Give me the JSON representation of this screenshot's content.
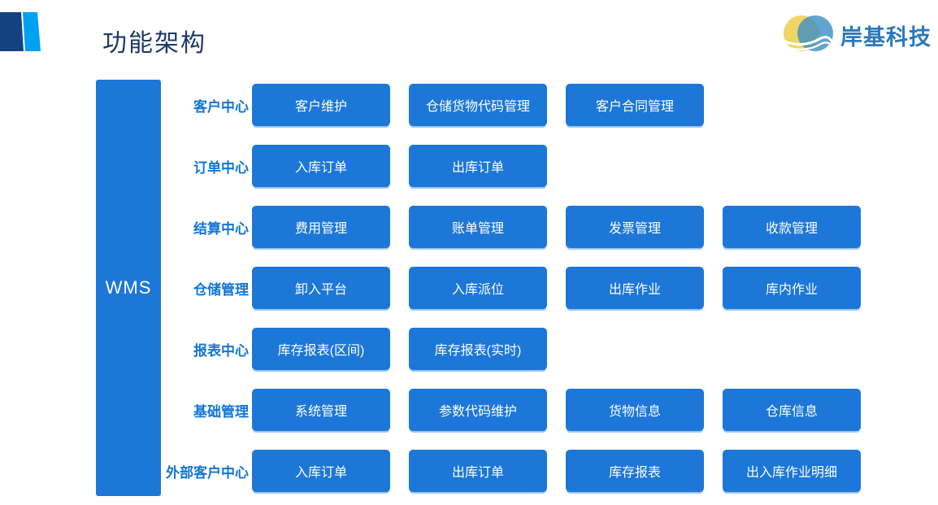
{
  "slide": {
    "title": "功能架构"
  },
  "logo": {
    "text": "岸基科技",
    "colors": {
      "text": "#2B79BA",
      "sphere_yellow": "#F0D565",
      "sphere_blue": "#3F90C5"
    }
  },
  "root": {
    "label": "WMS"
  },
  "rows": [
    {
      "label": "客户中心",
      "buttons": [
        "客户维护",
        "仓储货物代码管理",
        "客户合同管理"
      ]
    },
    {
      "label": "订单中心",
      "buttons": [
        "入库订单",
        "出库订单"
      ]
    },
    {
      "label": "结算中心",
      "buttons": [
        "费用管理",
        "账单管理",
        "发票管理",
        "收款管理"
      ]
    },
    {
      "label": "仓储管理",
      "buttons": [
        "卸入平台",
        "入库派位",
        "出库作业",
        "库内作业"
      ]
    },
    {
      "label": "报表中心",
      "buttons": [
        "库存报表(区间)",
        "库存报表(实时)"
      ]
    },
    {
      "label": "基础管理",
      "buttons": [
        "系统管理",
        "参数代码维护",
        "货物信息",
        "仓库信息"
      ]
    },
    {
      "label": "外部客户中心",
      "buttons": [
        "入库订单",
        "出库订单",
        "库存报表",
        "出入库作业明细"
      ]
    }
  ],
  "colors": {
    "button_blue": "#1C77D8",
    "label_blue": "#1176D8",
    "title_navy": "#1F3864",
    "deco_dark_navy": "#164180",
    "deco_bright_blue": "#00A0F2",
    "button_bottom_edge": "#9DC6EE"
  }
}
